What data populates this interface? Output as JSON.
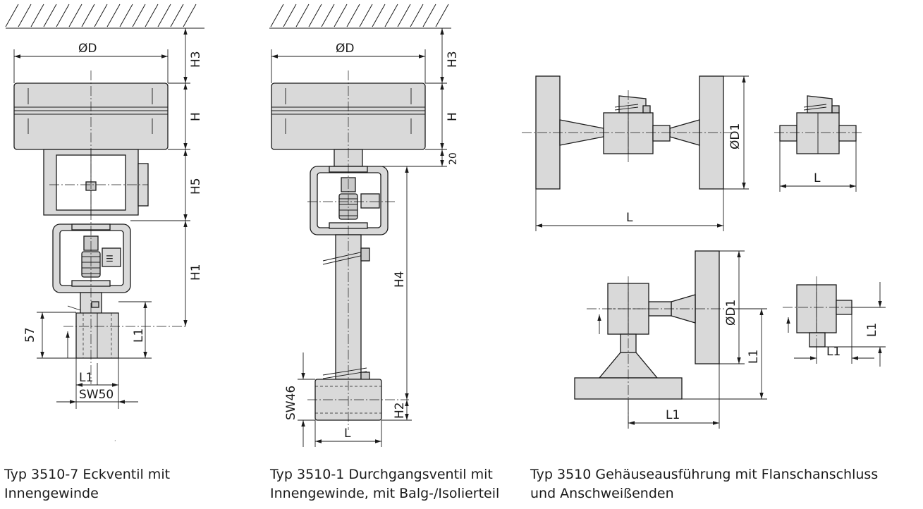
{
  "captions": {
    "fig1": {
      "line1": "Typ 3510-7 Eckventil mit",
      "line2": "Innengewinde"
    },
    "fig2": {
      "line1": "Typ 3510-1 Durchgangsventil mit",
      "line2": "Innengewinde, mit Balg-/Isolierteil"
    },
    "fig3": {
      "line1": "Typ 3510 Gehäuseausführung mit Flanschanschluss",
      "line2": "und Anschweißenden"
    }
  },
  "labels": {
    "fig1": {
      "diameter": "ØD",
      "h3": "H3",
      "h": "H",
      "h5": "H5",
      "h1": "H1",
      "l1_vertical": "L1",
      "dim57": "57",
      "l1": "L1",
      "sw": "SW50"
    },
    "fig2": {
      "diameter": "ØD",
      "h3": "H3",
      "h": "H",
      "dim20": "20",
      "h4": "H4",
      "h2": "H2",
      "sw": "SW46",
      "l": "L"
    },
    "fig3": {
      "d1_top": "ØD1",
      "l_top": "L",
      "l_small": "L",
      "d1_bottom": "ØD1",
      "l1_vertical": "L1",
      "l1_bottom": "L1",
      "l1_small_vertical": "L1",
      "l1_small": "L1"
    }
  }
}
